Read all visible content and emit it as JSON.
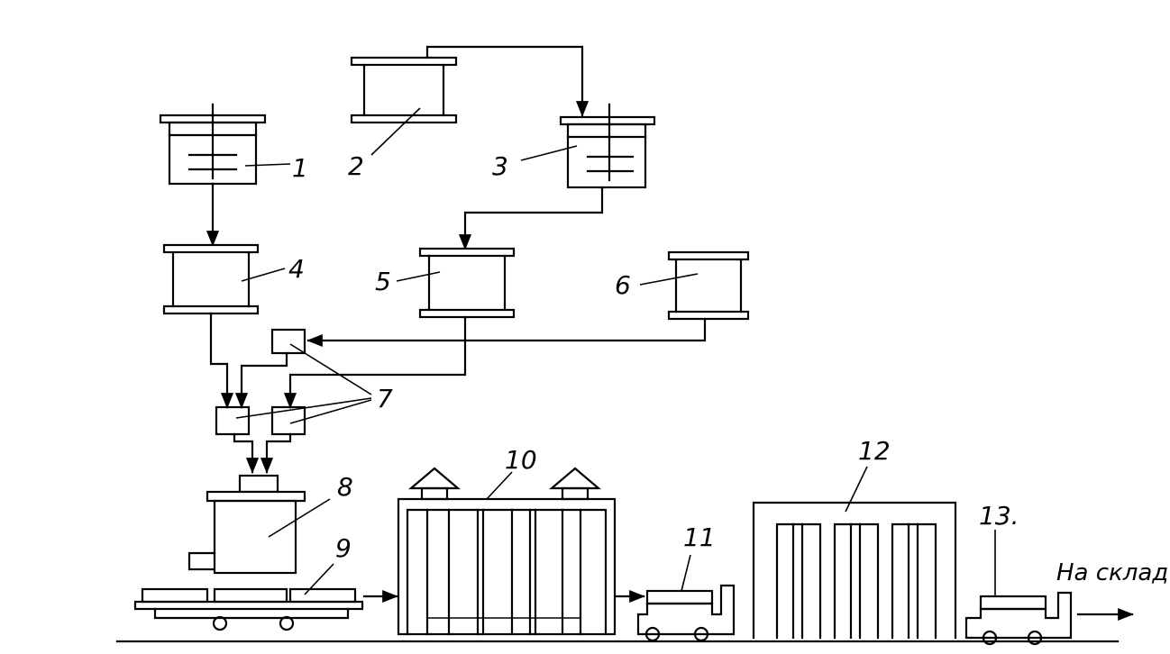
{
  "labels": {
    "l1": "1",
    "l2": "2",
    "l3": "3",
    "l4": "4",
    "l5": "5",
    "l6": "6",
    "l7": "7",
    "l8": "8",
    "l9": "9",
    "l10": "10",
    "l11": "11",
    "l12": "12",
    "l13": "13.",
    "to_warehouse": "На склад"
  }
}
